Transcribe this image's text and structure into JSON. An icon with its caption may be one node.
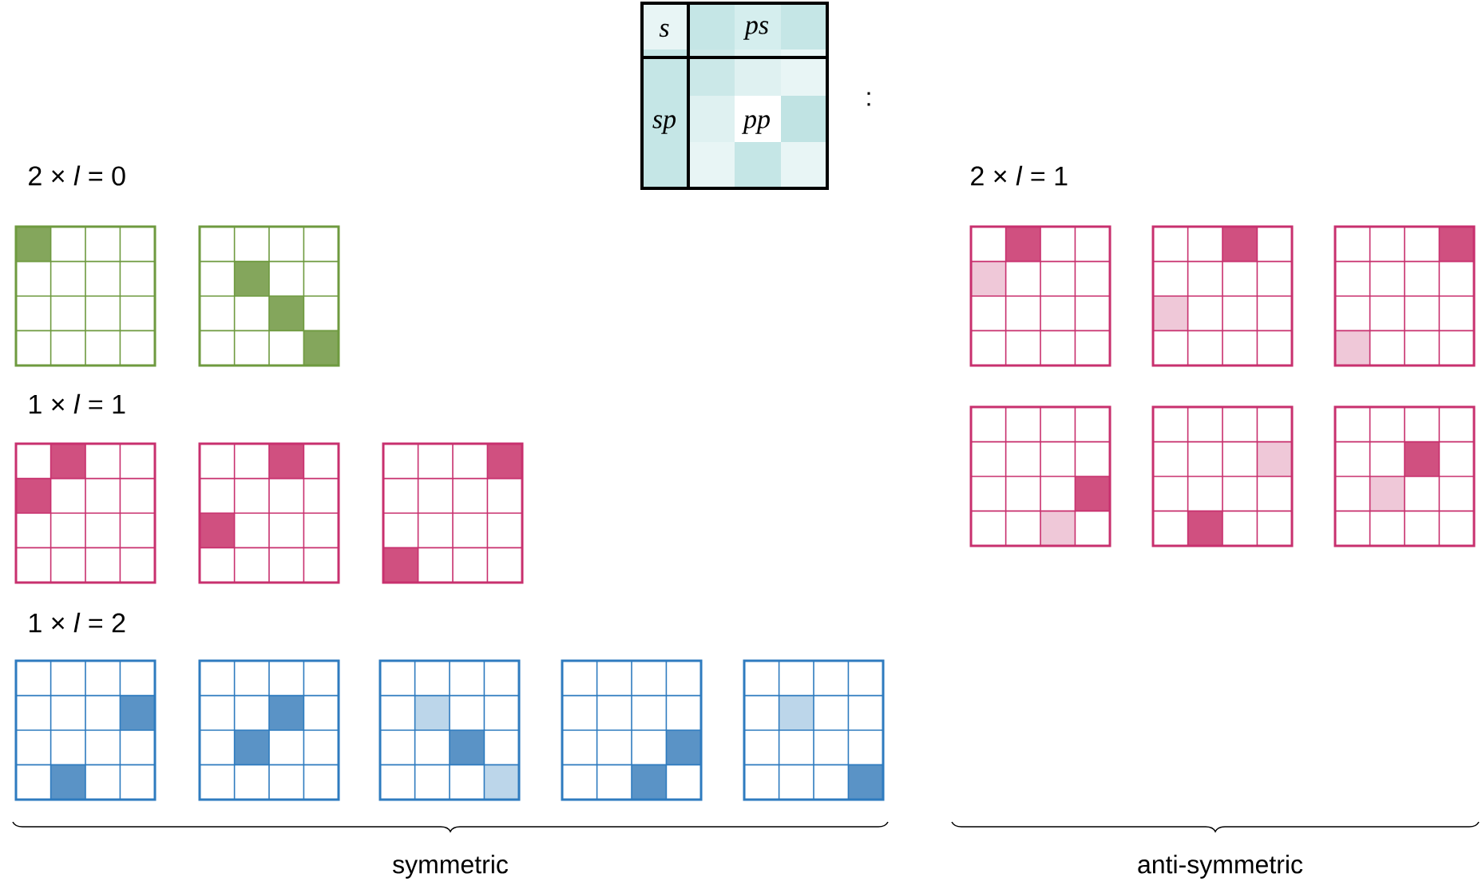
{
  "diagram": {
    "labels": [
      "s",
      "ps",
      "sp",
      "pp",
      ":",
      "2 × *l* = 0",
      "2 × *l* = 1",
      "1 × *l* = 1",
      "1 × *l* = 2",
      "symmetric",
      "anti-symmetric"
    ]
  }
}
